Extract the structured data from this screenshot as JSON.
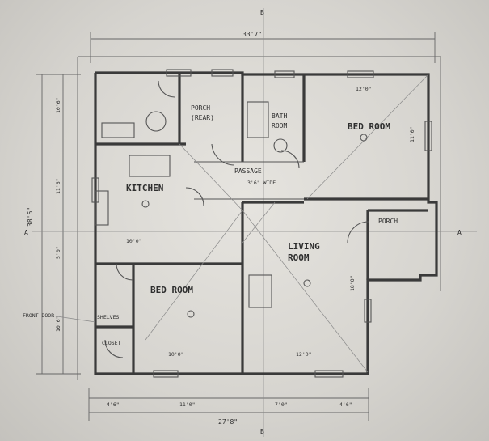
{
  "rooms": {
    "bed_room_1": "BED ROOM",
    "bed_room_2": "BED ROOM",
    "kitchen": "KITCHEN",
    "living_room_line1": "LIVING",
    "living_room_line2": "ROOM",
    "bath_line1": "BATH",
    "bath_line2": "ROOM",
    "porch_rear_line1": "PORCH",
    "porch_rear_line2": "(REAR)",
    "passage": "PASSAGE",
    "porch_front": "PORCH",
    "shelves": "SHELVES",
    "closet": "CLOSET"
  },
  "dimensions": {
    "overall_width_top": "33'7\"",
    "overall_width_bottom": "27'8\"",
    "overall_depth_left": "38'6\"",
    "bed_room_1_width": "12'0\"",
    "bed_room_1_depth": "11'0\"",
    "bed_room_2_width": "10'0\"",
    "living_room_width": "12'0\"",
    "living_room_depth": "18'0\"",
    "kitchen_width": "10'0\"",
    "passage_width": "3'6\" WIDE",
    "bottom_seg_1": "4'6\"",
    "bottom_seg_2": "11'0\"",
    "bottom_seg_3": "7'0\"",
    "bottom_seg_4": "4'6\"",
    "left_seg_1": "10'6\"",
    "left_seg_2": "11'6\"",
    "left_seg_3": "5'0\"",
    "left_seg_4": "10'6\""
  },
  "markers": {
    "section_left": "A",
    "section_right": "A",
    "north_top": "B",
    "north_bottom": "B"
  },
  "notes": {
    "front_door": "FRONT DOOR"
  }
}
